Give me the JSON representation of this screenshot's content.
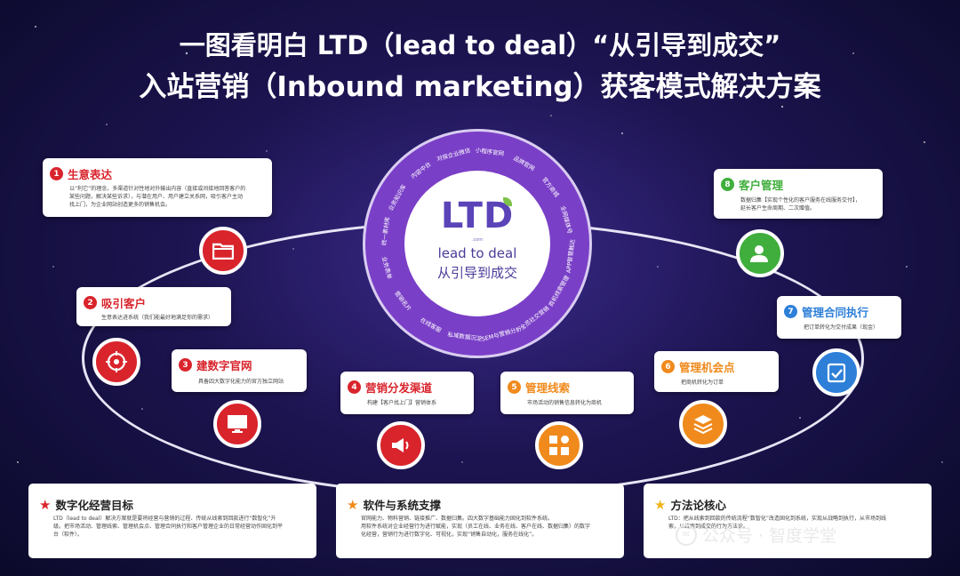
{
  "title": {
    "line1": "一图看明白 LTD（lead to deal）“从引导到成交”",
    "line2": "入站营销（Inbound marketing）获客模式解决方案"
  },
  "hub": {
    "logo": "LTD",
    "logo_sub": ".com",
    "en": "lead to deal",
    "zh": "从引导到成交",
    "ring_items": [
      "对接企业微信",
      "小程序官网",
      "品牌官网",
      "官方商城",
      "全网媒体号",
      "APP智慧触达",
      "商机线索管理",
      "全员社交营销",
      "SEM与营销分析",
      "私域数据沉淀",
      "在线客服",
      "营销名片",
      "业务表单",
      "统一素材库",
      "业务知识库",
      "内容中台"
    ]
  },
  "steps": [
    {
      "num": "1",
      "title": "生意表达",
      "desc": [
        "以“利它”的理念，多渠道针对性地对外输出内容（直接或间接地回答客户的",
        "某些问题，解决某些诉求），与潜在用户、用户建立关系网，吸引客户主动",
        "找上门，为企业网站创造更多的销售机会。"
      ]
    },
    {
      "num": "2",
      "title": "吸引客户",
      "desc": [
        "生意表达进系统（我们能最好地满足你的需求）"
      ]
    },
    {
      "num": "3",
      "title": "建数字官网",
      "desc": [
        "具备四大数字化能力的官方独立网站"
      ]
    },
    {
      "num": "4",
      "title": "营销分发渠道",
      "desc": [
        "构建【客户找上门】营销体系"
      ]
    },
    {
      "num": "5",
      "title": "管理线索",
      "desc": [
        "市场活动的销售信息转化为商机"
      ]
    },
    {
      "num": "6",
      "title": "管理机会点",
      "desc": [
        "把商机转化为订单"
      ]
    },
    {
      "num": "7",
      "title": "管理合同执行",
      "desc": [
        "把订单转化为交付成果（现金）"
      ]
    },
    {
      "num": "8",
      "title": "客户管理",
      "desc": [
        "数据归集【实现个性化的客户服务在线服务交付】，",
        "延长客户生命周期、二次赠值。"
      ]
    }
  ],
  "bottom": [
    {
      "title": "数字化经营目标",
      "text": [
        "LTD（lead to deal）解决方案就是要将经营与营销的过程、传统从线索到回款进行“数智化”升",
        "级。把市场活动、管理线索、管理机会点、管理合同执行和客户管理企业的日常经营动作固化到平",
        "台（软件）。"
      ]
    },
    {
      "title": "软件与系统支撑",
      "text": [
        "官网能力、物料营销、链接推广、数据归集。四大数字基础能力固化到软件系统。",
        "用软件系统对企业经营行为进行赋能，实现（员工在线、业务在线、客户在线、数据归集）的数字",
        "化经营，营销行为进行数字化、可视化，实现“销售自动化，服务在线化”。"
      ]
    },
    {
      "title": "方法论核心",
      "text": [
        "LTD：把从线索到回款的传统流程“数智化”改造固化到系统，实现从战略到执行，从市场到线",
        "索，从线索到成交的行为方法论。"
      ]
    }
  ],
  "watermark": {
    "text": "公众号 · 智度学堂"
  },
  "colors": {
    "red": "#d9242c",
    "orange": "#f08a1c",
    "green": "#3fae3c",
    "blue": "#2d7fd8",
    "purple": "#7a3fc7"
  },
  "icons": [
    "folder-icon",
    "target-icon",
    "monitor-icon",
    "megaphone-icon",
    "grid-icon",
    "layers-icon",
    "checklist-icon",
    "user-icon",
    "star-icon"
  ]
}
